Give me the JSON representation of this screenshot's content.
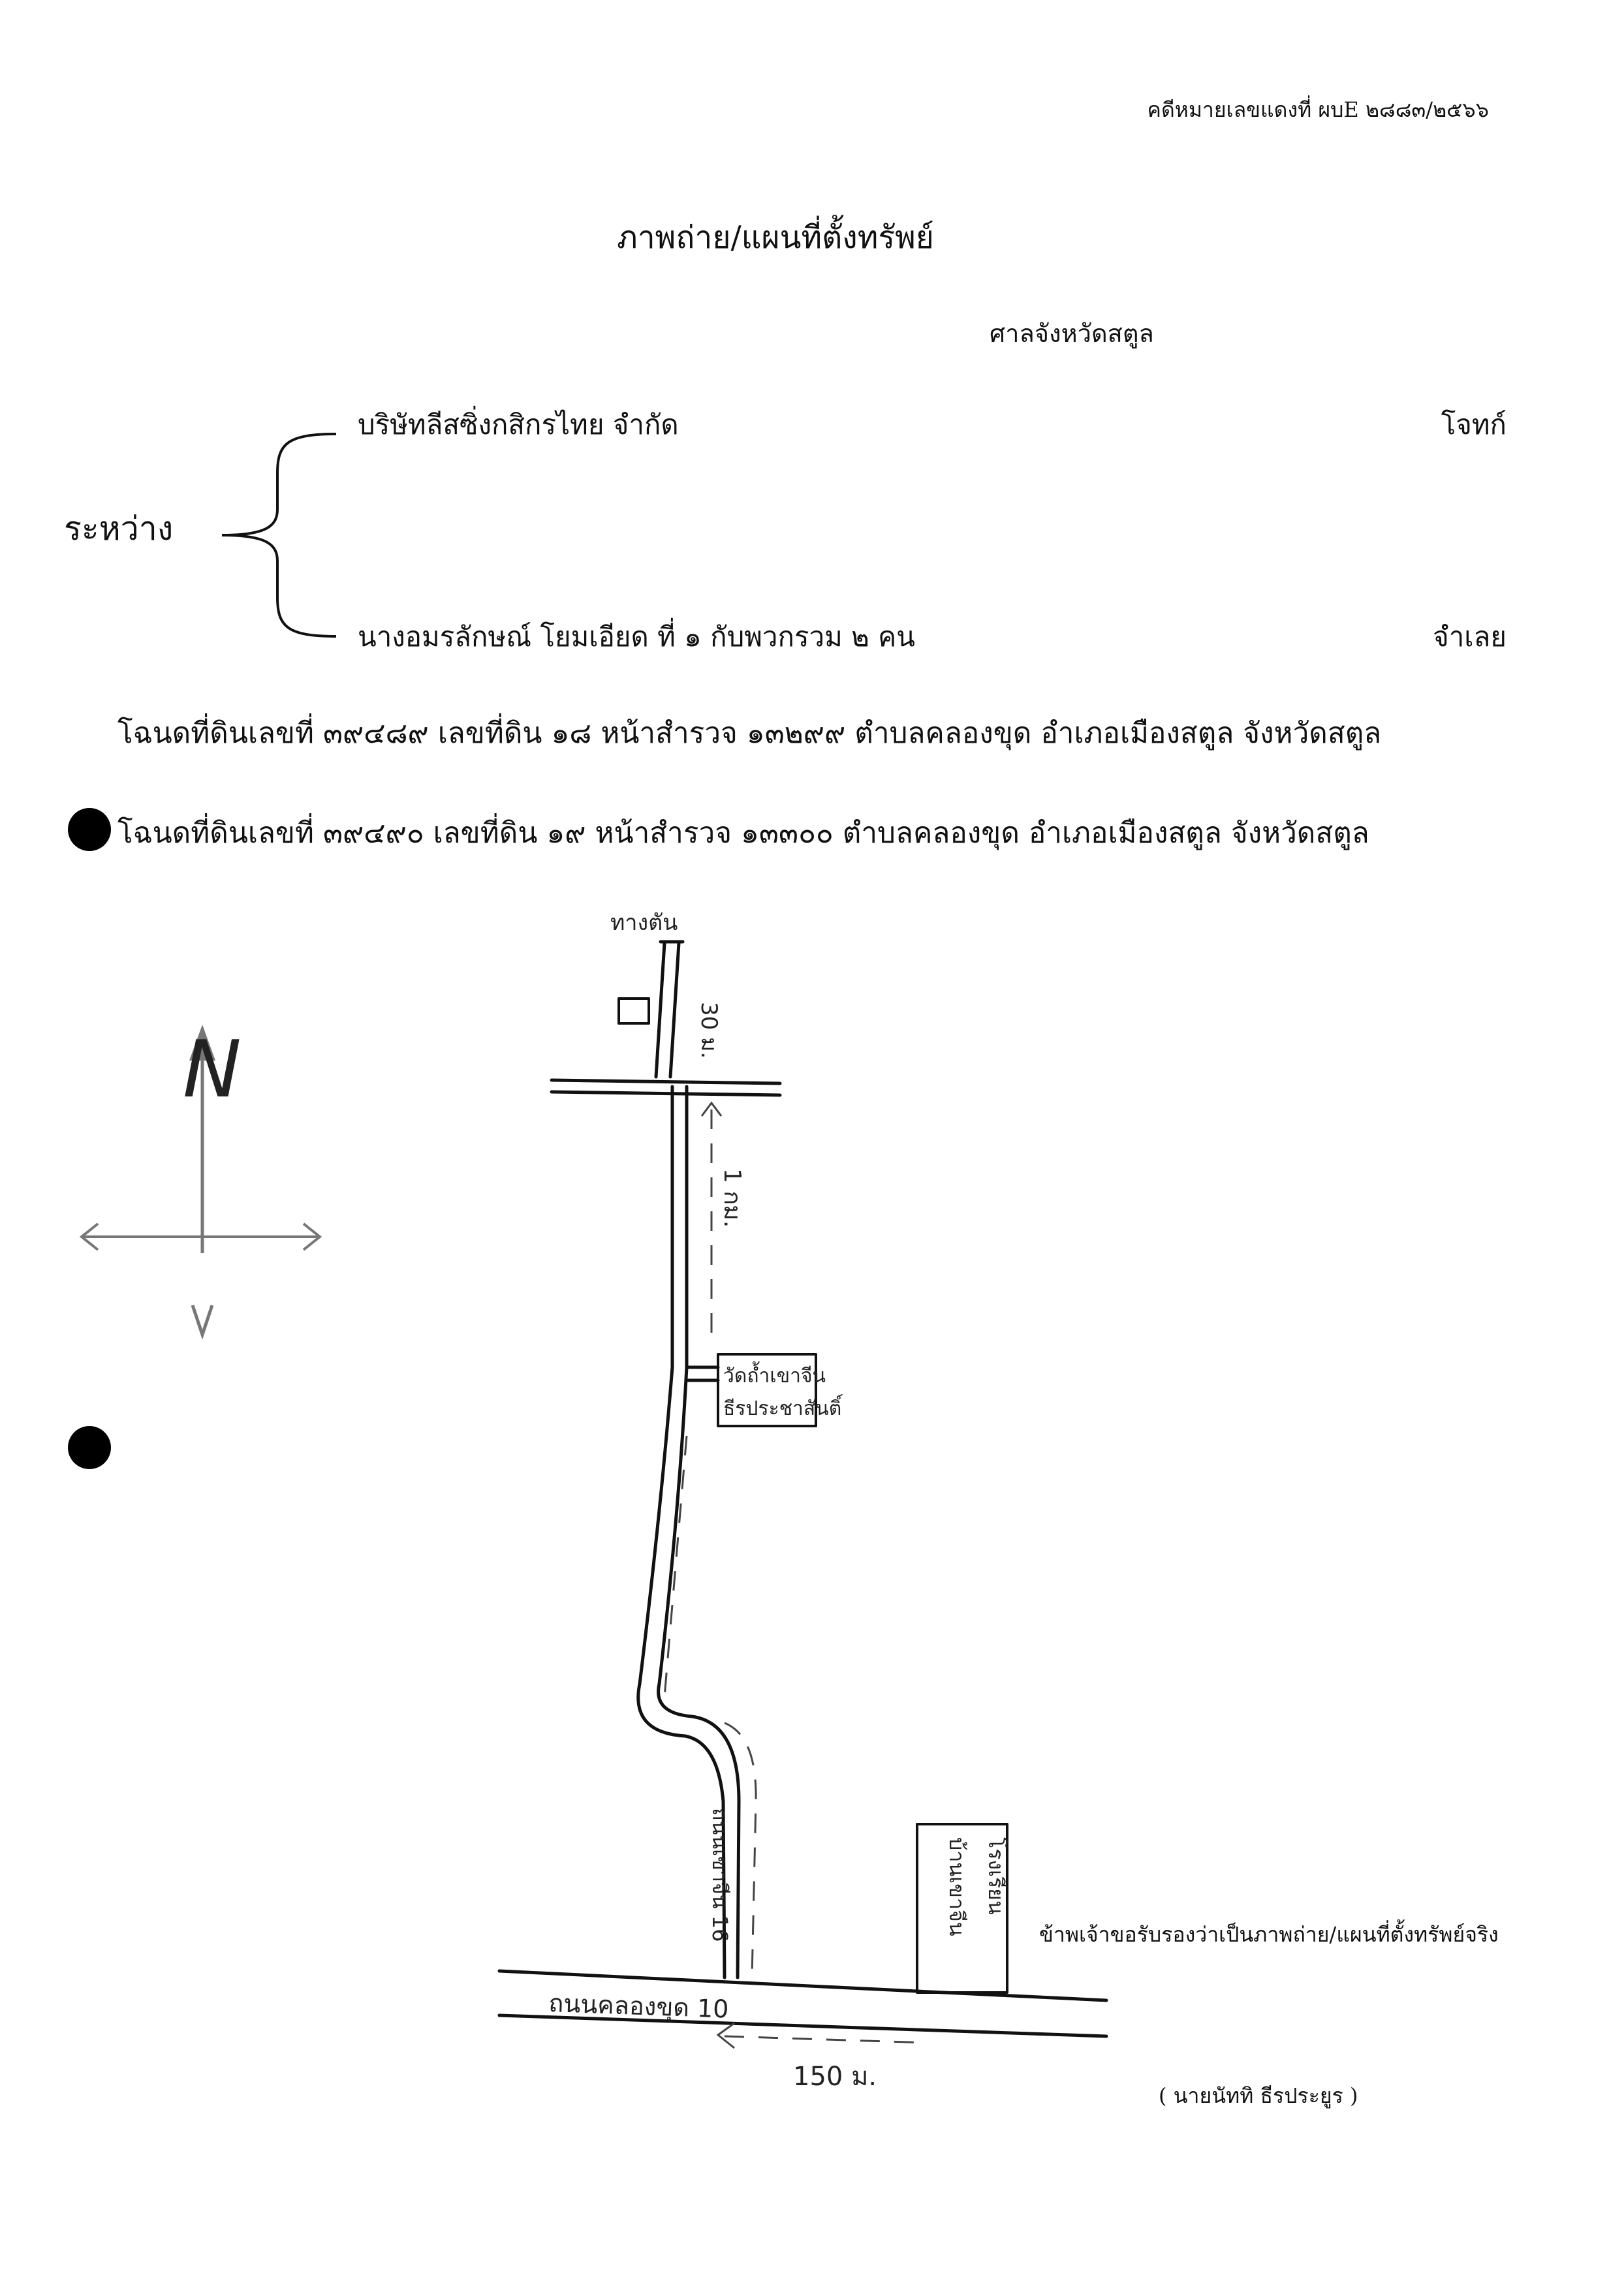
{
  "header": {
    "case_number": "คดีหมายเลขแดงที่ ผบE ๒๘๘๓/๒๕๖๖",
    "title": "ภาพถ่าย/แผนที่ตั้งทรัพย์",
    "court": "ศาลจังหวัดสตูล"
  },
  "parties": {
    "between_label": "ระหว่าง",
    "plaintiff_name": "บริษัทลีสซิ่งกสิกรไทย จำกัด",
    "plaintiff_role": "โจทก์",
    "defendant_name": "นางอมรลักษณ์ โยมเอียด ที่ ๑ กับพวกรวม ๒ คน",
    "defendant_role": "จำเลย"
  },
  "deeds": [
    "โฉนดที่ดินเลขที่ ๓๙๔๘๙ เลขที่ดิน ๑๘ หน้าสำรวจ ๑๓๒๙๙ ตำบลคลองขุด อำเภอเมืองสตูล จังหวัดสตูล",
    "โฉนดที่ดินเลขที่ ๓๙๔๙๐ เลขที่ดิน ๑๙ หน้าสำรวจ ๑๓๓๐๐ ตำบลคลองขุด อำเภอเมืองสตูล จังหวัดสตูล"
  ],
  "map": {
    "north_label": "N",
    "top_label": "ทางตัน",
    "dist_top": "30 ม.",
    "dist_mid": "1 กม.",
    "temple": [
      "วัดถ้ำเขาจีน",
      "ธีรประชาสันติ์"
    ],
    "side_road": "ถนนเขาจีน 16",
    "main_road": "ถนนคลองขุด 10",
    "school": [
      "โรงเรียน",
      "บ้านเขาจีน"
    ],
    "dist_bottom": "150 ม."
  },
  "footer": {
    "certification": "ข้าพเจ้าขอรับรองว่าเป็นภาพถ่าย/แผนที่ตั้งทรัพย์จริง",
    "signer": "( นายนัททิ ธีรประยูร )"
  }
}
